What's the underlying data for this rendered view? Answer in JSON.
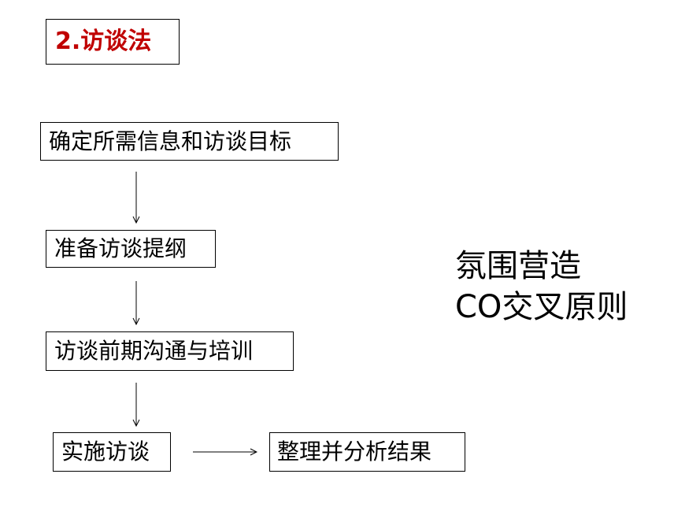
{
  "title": "2.访谈法",
  "flow": {
    "steps": [
      {
        "label": "确定所需信息和访谈目标"
      },
      {
        "label": "准备访谈提纲"
      },
      {
        "label": "访谈前期沟通与培训"
      },
      {
        "label": "实施访谈"
      },
      {
        "label": "整理并分析结果"
      }
    ]
  },
  "notes": {
    "line1": "氛围营造",
    "line2": "CO交叉原则"
  }
}
